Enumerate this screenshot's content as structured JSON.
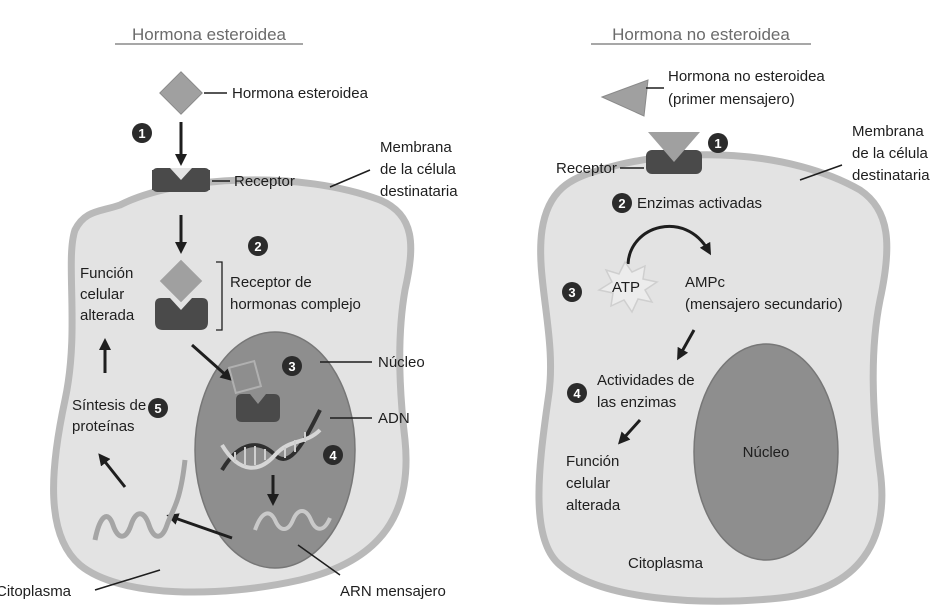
{
  "left": {
    "title": "Hormona esteroidea",
    "hormone_label": "Hormona esteroidea",
    "receptor_label": "Receptor",
    "membrane_label": [
      "Membrana",
      "de la célula",
      "destinataria"
    ],
    "complex_label": [
      "Receptor de",
      "hormonas complejo"
    ],
    "altered_function_label": [
      "Función",
      "celular",
      "alterada"
    ],
    "nucleus_label": "Núcleo",
    "dna_label": "ADN",
    "protein_synthesis_label": [
      "Síntesis de",
      "proteínas"
    ],
    "cytoplasm_label": "Citoplasma",
    "mrna_label": "ARN mensajero",
    "step_numbers": [
      "1",
      "2",
      "3",
      "4",
      "5"
    ]
  },
  "right": {
    "title": "Hormona no esteroidea",
    "hormone_label": [
      "Hormona no esteroidea",
      "(primer mensajero)"
    ],
    "receptor_label": "Receptor",
    "membrane_label": [
      "Membrana",
      "de la célula",
      "destinataria"
    ],
    "enzymes_activated_label": "Enzimas activadas",
    "atp_label": "ATP",
    "campc_label": [
      "AMPc",
      "(mensajero secundario)"
    ],
    "enzyme_activities_label": [
      "Actividades de",
      "las enzimas"
    ],
    "nucleus_label": "Núcleo",
    "altered_function_label": [
      "Función",
      "celular",
      "alterada"
    ],
    "cytoplasm_label": "Citoplasma",
    "step_numbers": [
      "1",
      "2",
      "3",
      "4"
    ]
  },
  "colors": {
    "cell_fill": "#e3e3e3",
    "membrane": "#b9b9b9",
    "nucleus": "#8e8e8e",
    "receptor": "#4a4a4a",
    "hormone": "#a0a0a0",
    "badge": "#2b2b2b"
  }
}
